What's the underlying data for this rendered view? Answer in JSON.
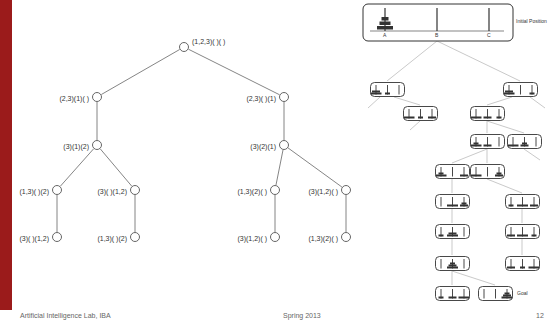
{
  "diagram": {
    "nodes": [
      {
        "text": [
          "(1,2,3)( )( )"
        ]
      },
      {
        "text": [
          "(2,3)(1)( )"
        ]
      },
      {
        "text": [
          "(2,3)( )(1)"
        ]
      },
      {
        "text": [
          "(3)(1)(2)"
        ]
      },
      {
        "text": [
          "(3)(2)(1)"
        ]
      },
      {
        "text": [
          "(1,3)( )(2)"
        ]
      },
      {
        "text": [
          "(3)( )(1,2)"
        ]
      },
      {
        "text": [
          "(1,3)(2)( )"
        ]
      },
      {
        "text": [
          "(3)(1,2)( )"
        ]
      },
      {
        "text": [
          "(3)( )(1,2)"
        ]
      },
      {
        "text": [
          "(1,3)( )(2)"
        ]
      },
      {
        "text": [
          "(3)(1,2)( )"
        ]
      },
      {
        "text": [
          "(1,3)(2)( )"
        ]
      }
    ],
    "edges": [
      {
        "from": 0,
        "to": 1,
        "arrow": "none"
      },
      {
        "from": 0,
        "to": 2,
        "arrow": "none"
      },
      {
        "from": 1,
        "to": 3,
        "arrow": "none"
      },
      {
        "from": 2,
        "to": 4,
        "arrow": "none"
      },
      {
        "from": 3,
        "to": 5,
        "arrow": "none"
      },
      {
        "from": 3,
        "to": 6,
        "arrow": "none"
      },
      {
        "from": 4,
        "to": 7,
        "arrow": "none"
      },
      {
        "from": 4,
        "to": 8,
        "arrow": "none"
      },
      {
        "from": 5,
        "to": 9,
        "arrow": "none"
      },
      {
        "from": 6,
        "to": 10,
        "arrow": "none"
      },
      {
        "from": 7,
        "to": 11,
        "arrow": "none"
      },
      {
        "from": 8,
        "to": 12,
        "arrow": "none"
      }
    ],
    "labels": [
      "Initial Position",
      "A",
      "B",
      "C",
      "Goal",
      "Artificial Intelligence Lab, IBA",
      "Spring 2013",
      "12"
    ]
  }
}
